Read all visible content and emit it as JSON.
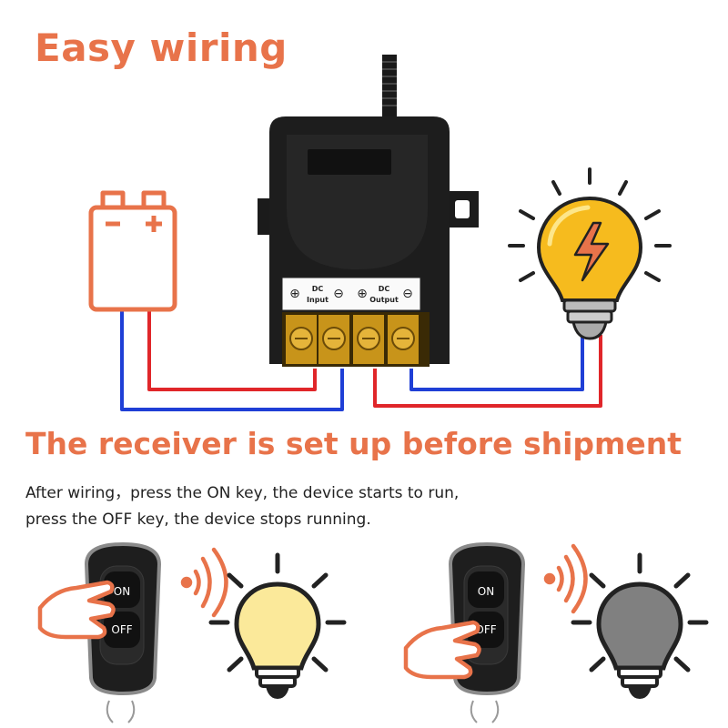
{
  "header": {
    "title": "Easy wiring"
  },
  "receiver": {
    "input_label_top": "DC",
    "input_label_bottom": "Input",
    "output_label_top": "DC",
    "output_label_bottom": "Output"
  },
  "section": {
    "subtitle": "The receiver is set up before shipment",
    "line1": "After wiring，press the ON key, the device starts to run,",
    "line2": "press the OFF key, the device stops running."
  },
  "remote_left": {
    "on_label": "ON",
    "off_label": "OFF"
  },
  "remote_right": {
    "on_label": "ON",
    "off_label": "OFF"
  },
  "colors": {
    "accent": "#e8734a",
    "wire_red": "#e0262a",
    "wire_blue": "#1f3fd6",
    "bulb_on": "#fbe99a",
    "bulb_glow": "#f6bb1e",
    "bulb_off": "#808080"
  }
}
